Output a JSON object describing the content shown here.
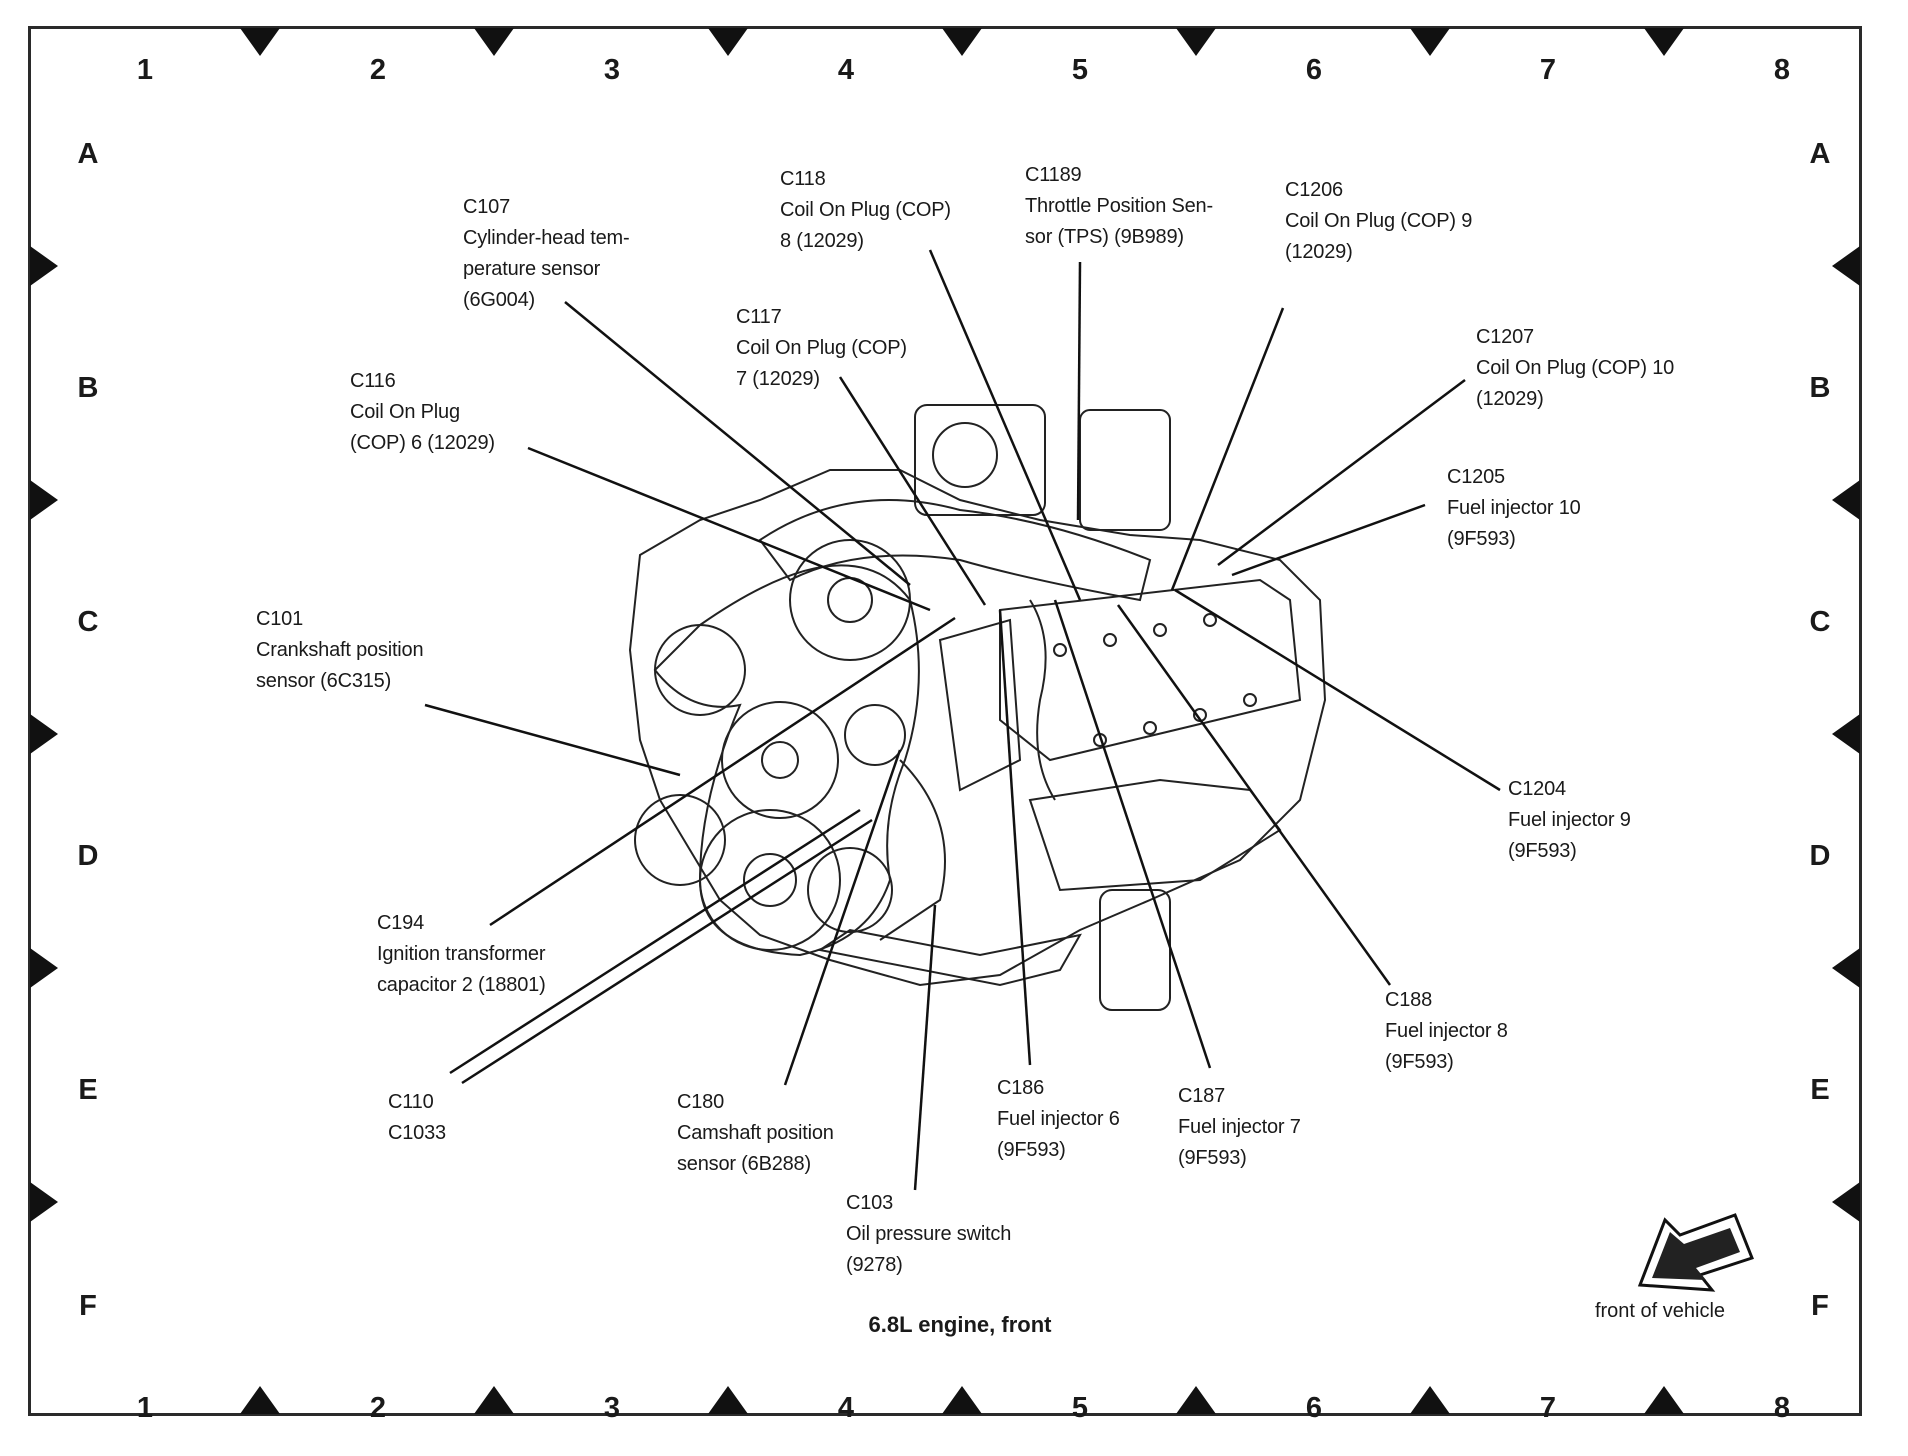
{
  "diagram": {
    "caption": "6.8L engine, front",
    "orientation_label": "front of vehicle",
    "grid_columns": [
      "1",
      "2",
      "3",
      "4",
      "5",
      "6",
      "7",
      "8"
    ],
    "grid_rows": [
      "A",
      "B",
      "C",
      "D",
      "E",
      "F"
    ],
    "callouts": [
      {
        "id": "c107",
        "lines": [
          "C107",
          "Cylinder-head tem-",
          "perature sensor",
          "(6G004)"
        ]
      },
      {
        "id": "c118",
        "lines": [
          "C118",
          "Coil On Plug (COP)",
          "8 (12029)"
        ]
      },
      {
        "id": "c1189",
        "lines": [
          "C1189",
          "Throttle Position Sen-",
          "sor (TPS) (9B989)"
        ]
      },
      {
        "id": "c1206",
        "lines": [
          "C1206",
          "Coil On Plug (COP) 9",
          "(12029)"
        ]
      },
      {
        "id": "c117",
        "lines": [
          "C117",
          "Coil On Plug (COP)",
          "7 (12029)"
        ]
      },
      {
        "id": "c1207",
        "lines": [
          "C1207",
          "Coil On Plug (COP) 10",
          "(12029)"
        ]
      },
      {
        "id": "c116",
        "lines": [
          "C116",
          "Coil On Plug",
          "(COP) 6 (12029)"
        ]
      },
      {
        "id": "c1205",
        "lines": [
          "C1205",
          "Fuel injector 10",
          "(9F593)"
        ]
      },
      {
        "id": "c101",
        "lines": [
          "C101",
          "Crankshaft position",
          "sensor (6C315)"
        ]
      },
      {
        "id": "c1204",
        "lines": [
          "C1204",
          "Fuel injector 9",
          "(9F593)"
        ]
      },
      {
        "id": "c194",
        "lines": [
          "C194",
          "Ignition transformer",
          "capacitor 2 (18801)"
        ]
      },
      {
        "id": "c188",
        "lines": [
          "C188",
          "Fuel injector 8",
          "(9F593)"
        ]
      },
      {
        "id": "c110",
        "lines": [
          "C110",
          "C1033"
        ]
      },
      {
        "id": "c180",
        "lines": [
          "C180",
          "Camshaft position",
          "sensor (6B288)"
        ]
      },
      {
        "id": "c186",
        "lines": [
          "C186",
          "Fuel injector 6",
          "(9F593)"
        ]
      },
      {
        "id": "c187",
        "lines": [
          "C187",
          "Fuel injector 7",
          "(9F593)"
        ]
      },
      {
        "id": "c103",
        "lines": [
          "C103",
          "Oil pressure switch",
          "(9278)"
        ]
      }
    ]
  }
}
